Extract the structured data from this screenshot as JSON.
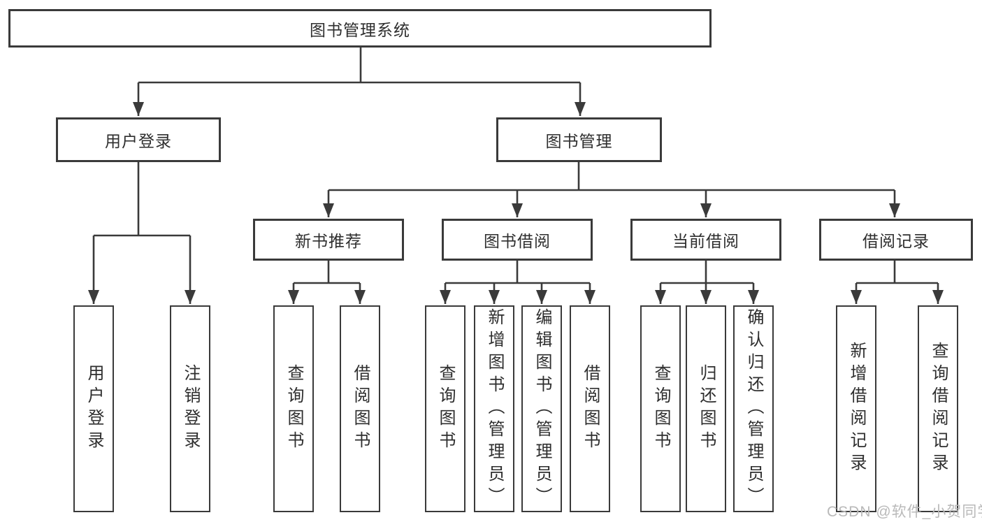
{
  "colors": {
    "background": "#ffffff",
    "line": "#3a3a3a",
    "box_border": "#3a3a3a",
    "text": "#2e2e2e",
    "watermark": "#b9b9b9"
  },
  "diagram": {
    "root": {
      "label": "图书管理系统"
    },
    "branches": [
      {
        "label": "用户登录",
        "children": [
          {
            "label": "用户登录"
          },
          {
            "label": "注销登录"
          }
        ]
      },
      {
        "label": "图书管理",
        "children": [
          {
            "label": "新书推荐",
            "children": [
              {
                "label": "查询图书"
              },
              {
                "label": "借阅图书"
              }
            ]
          },
          {
            "label": "图书借阅",
            "children": [
              {
                "label": "查询图书"
              },
              {
                "label": "新增图书（管理员）"
              },
              {
                "label": "编辑图书（管理员）"
              },
              {
                "label": "借阅图书"
              }
            ]
          },
          {
            "label": "当前借阅",
            "children": [
              {
                "label": "查询图书"
              },
              {
                "label": "归还图书"
              },
              {
                "label": "确认归还（管理员）"
              }
            ]
          },
          {
            "label": "借阅记录",
            "children": [
              {
                "label": "新增借阅记录"
              },
              {
                "label": "查询借阅记录"
              }
            ]
          }
        ]
      }
    ]
  },
  "watermark": {
    "text": "CSDN @软件_小贺同学"
  }
}
